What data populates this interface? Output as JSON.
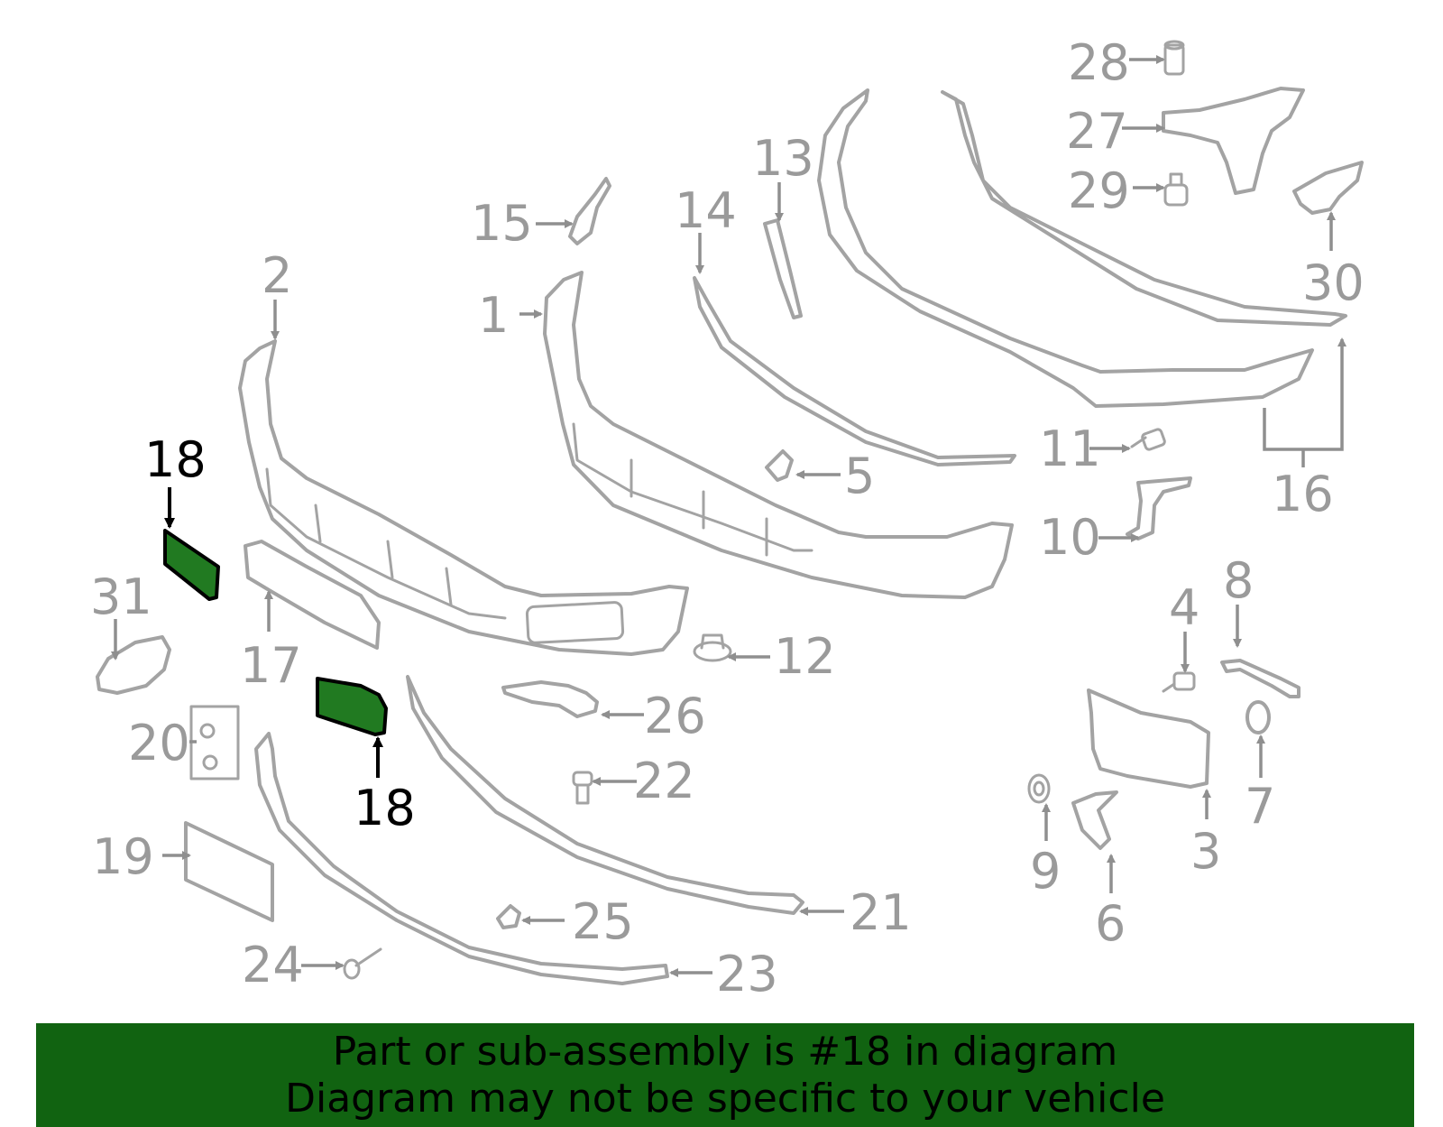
{
  "labels": {
    "l1": "1",
    "l2": "2",
    "l3": "3",
    "l4": "4",
    "l5": "5",
    "l6": "6",
    "l7": "7",
    "l8": "8",
    "l9": "9",
    "l10": "10",
    "l11": "11",
    "l12": "12",
    "l13": "13",
    "l14": "14",
    "l15": "15",
    "l16": "16",
    "l17": "17",
    "l18a": "18",
    "l18b": "18",
    "l19": "19",
    "l20": "20",
    "l21": "21",
    "l22": "22",
    "l23": "23",
    "l24": "24",
    "l25": "25",
    "l26": "26",
    "l27": "27",
    "l28": "28",
    "l29": "29",
    "l30": "30",
    "l31": "31"
  },
  "highlight": {
    "part_number": "18",
    "color": "#217a21"
  },
  "footer": {
    "line1": "Part or sub-assembly is #18 in diagram",
    "line2": "Diagram may not be specific to your vehicle",
    "background": "#116311"
  }
}
